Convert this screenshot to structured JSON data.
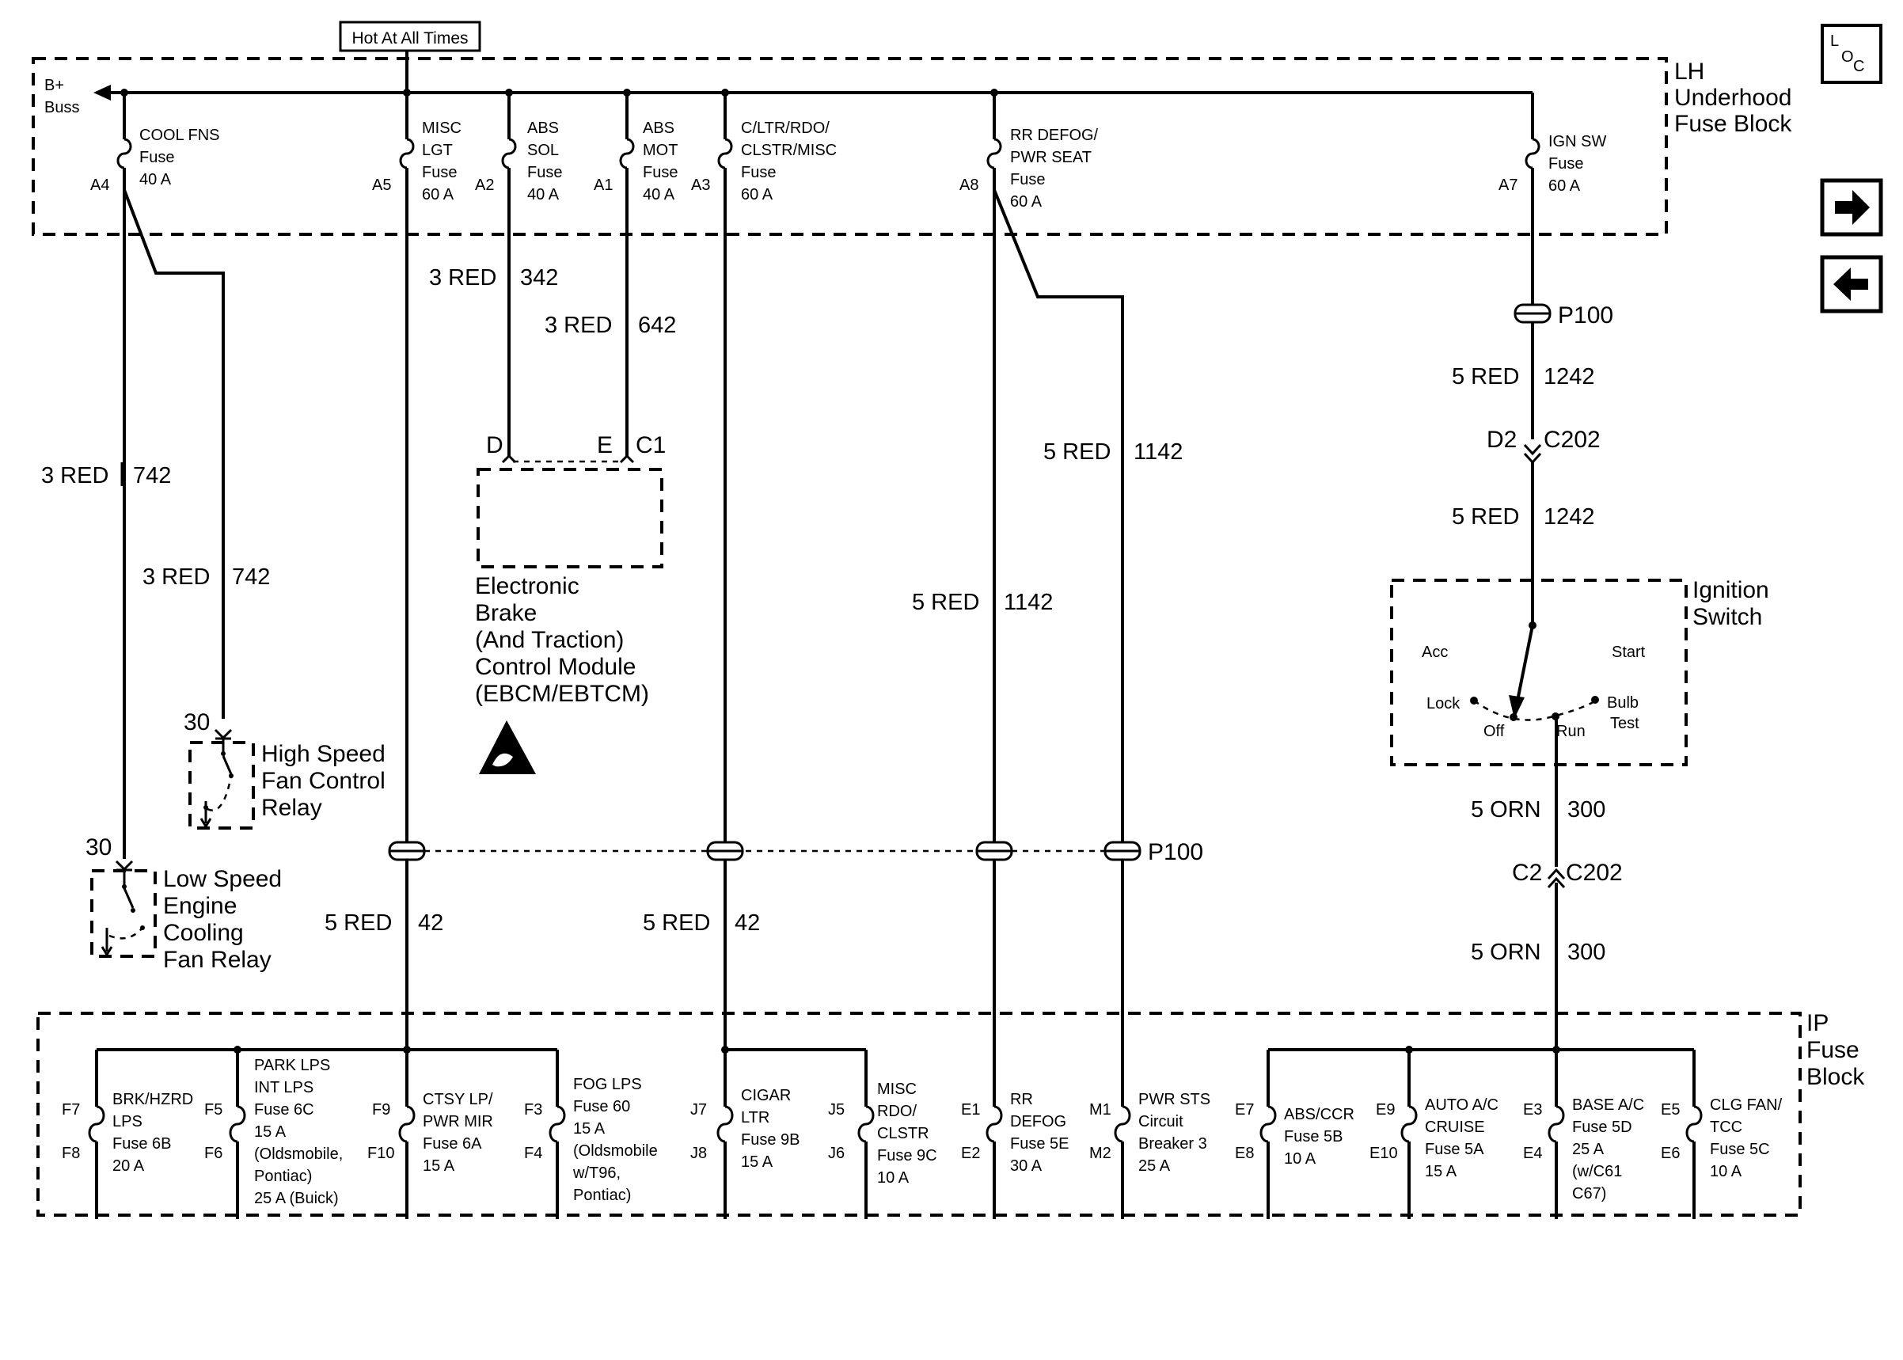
{
  "top": {
    "hot_label": "Hot At All Times",
    "bplus": "B+",
    "buss": "Buss",
    "lh_block": [
      "LH",
      "Underhood",
      "Fuse Block"
    ],
    "fuses": [
      {
        "id": "A4",
        "lines": [
          "COOL FNS",
          "Fuse",
          "40 A"
        ]
      },
      {
        "id": "A5",
        "lines": [
          "MISC",
          "LGT",
          "Fuse",
          "60 A"
        ]
      },
      {
        "id": "A2",
        "lines": [
          "ABS",
          "SOL",
          "Fuse",
          "40 A"
        ]
      },
      {
        "id": "A1",
        "lines": [
          "ABS",
          "MOT",
          "Fuse",
          "40 A"
        ]
      },
      {
        "id": "A3",
        "lines": [
          "C/LTR/RDO/",
          "CLSTR/MISC",
          "Fuse",
          "60 A"
        ]
      },
      {
        "id": "A8",
        "lines": [
          "RR DEFOG/",
          "PWR SEAT",
          "Fuse",
          "60 A"
        ]
      },
      {
        "id": "A7",
        "lines": [
          "IGN SW",
          "Fuse",
          "60 A"
        ]
      }
    ]
  },
  "wires": {
    "w742a": [
      "3 RED",
      "742"
    ],
    "w742b": [
      "3 RED",
      "742"
    ],
    "w342": [
      "3 RED",
      "342"
    ],
    "w642": [
      "3 RED",
      "642"
    ],
    "w1142a": [
      "5 RED",
      "1142"
    ],
    "w1142b": [
      "5 RED",
      "1142"
    ],
    "w1242a": [
      "5 RED",
      "1242"
    ],
    "w1242b": [
      "5 RED",
      "1242"
    ],
    "w42a": [
      "5 RED",
      "42"
    ],
    "w42b": [
      "5 RED",
      "42"
    ],
    "w300a": [
      "5 ORN",
      "300"
    ],
    "w300b": [
      "5 ORN",
      "300"
    ]
  },
  "connectors": {
    "p100_top": "P100",
    "p100_mid": "P100",
    "d2": "D2",
    "c202_top": "C202",
    "c2": "C2",
    "c202_bottom": "C202",
    "ebcm_d": "D",
    "ebcm_e": "E",
    "ebcm_c1": "C1",
    "relay_hi_pin": "30",
    "relay_lo_pin": "30"
  },
  "components": {
    "ebcm": [
      "Electronic",
      "Brake",
      "(And Traction)",
      "Control Module",
      "(EBCM/EBTCM)"
    ],
    "high_relay": [
      "High Speed",
      "Fan Control",
      "Relay"
    ],
    "low_relay": [
      "Low Speed",
      "Engine",
      "Cooling",
      "Fan Relay"
    ],
    "ignition": [
      "Ignition",
      "Switch"
    ],
    "ign_positions": {
      "acc": "Acc",
      "lock": "Lock",
      "off": "Off",
      "run": "Run",
      "start": "Start",
      "bulb": "Bulb",
      "test": "Test"
    }
  },
  "ip": {
    "block": [
      "IP",
      "Fuse",
      "Block"
    ],
    "fuses": [
      {
        "top": "F7",
        "bottom": "F8",
        "lines": [
          "BRK/HZRD",
          "LPS",
          "Fuse 6B",
          "20 A"
        ]
      },
      {
        "top": "F5",
        "bottom": "F6",
        "lines": [
          "PARK LPS",
          "INT LPS",
          "Fuse 6C",
          "15 A",
          "(Oldsmobile,",
          "Pontiac)",
          "25 A (Buick)"
        ]
      },
      {
        "top": "F9",
        "bottom": "F10",
        "lines": [
          "CTSY LP/",
          "PWR MIR",
          "Fuse 6A",
          "15 A"
        ]
      },
      {
        "top": "F3",
        "bottom": "F4",
        "lines": [
          "FOG LPS",
          "Fuse 60",
          "15 A",
          "(Oldsmobile",
          "w/T96,",
          "Pontiac)"
        ]
      },
      {
        "top": "J7",
        "bottom": "J8",
        "lines": [
          "CIGAR",
          "LTR",
          "Fuse 9B",
          "15 A"
        ]
      },
      {
        "top": "J5",
        "bottom": "J6",
        "lines": [
          "MISC",
          "RDO/",
          "CLSTR",
          "Fuse 9C",
          "10 A"
        ]
      },
      {
        "top": "E1",
        "bottom": "E2",
        "lines": [
          "RR",
          "DEFOG",
          "Fuse 5E",
          "30 A"
        ]
      },
      {
        "top": "M1",
        "bottom": "M2",
        "lines": [
          "PWR STS",
          "Circuit",
          "Breaker 3",
          "25 A"
        ]
      },
      {
        "top": "E7",
        "bottom": "E8",
        "lines": [
          "ABS/CCR",
          "Fuse 5B",
          "10 A"
        ]
      },
      {
        "top": "E9",
        "bottom": "E10",
        "lines": [
          "AUTO A/C",
          "CRUISE",
          "Fuse 5A",
          "15 A"
        ]
      },
      {
        "top": "E3",
        "bottom": "E4",
        "lines": [
          "BASE A/C",
          "Fuse 5D",
          "25 A",
          "(w/C61",
          "C67)"
        ]
      },
      {
        "top": "E5",
        "bottom": "E6",
        "lines": [
          "CLG FAN/",
          "TCC",
          "Fuse 5C",
          "10 A"
        ]
      }
    ]
  },
  "nav": {
    "loc_l": "L",
    "loc_o": "O",
    "loc_c": "C",
    "next_icon": "arrow-right-icon",
    "prev_icon": "arrow-left-icon"
  }
}
